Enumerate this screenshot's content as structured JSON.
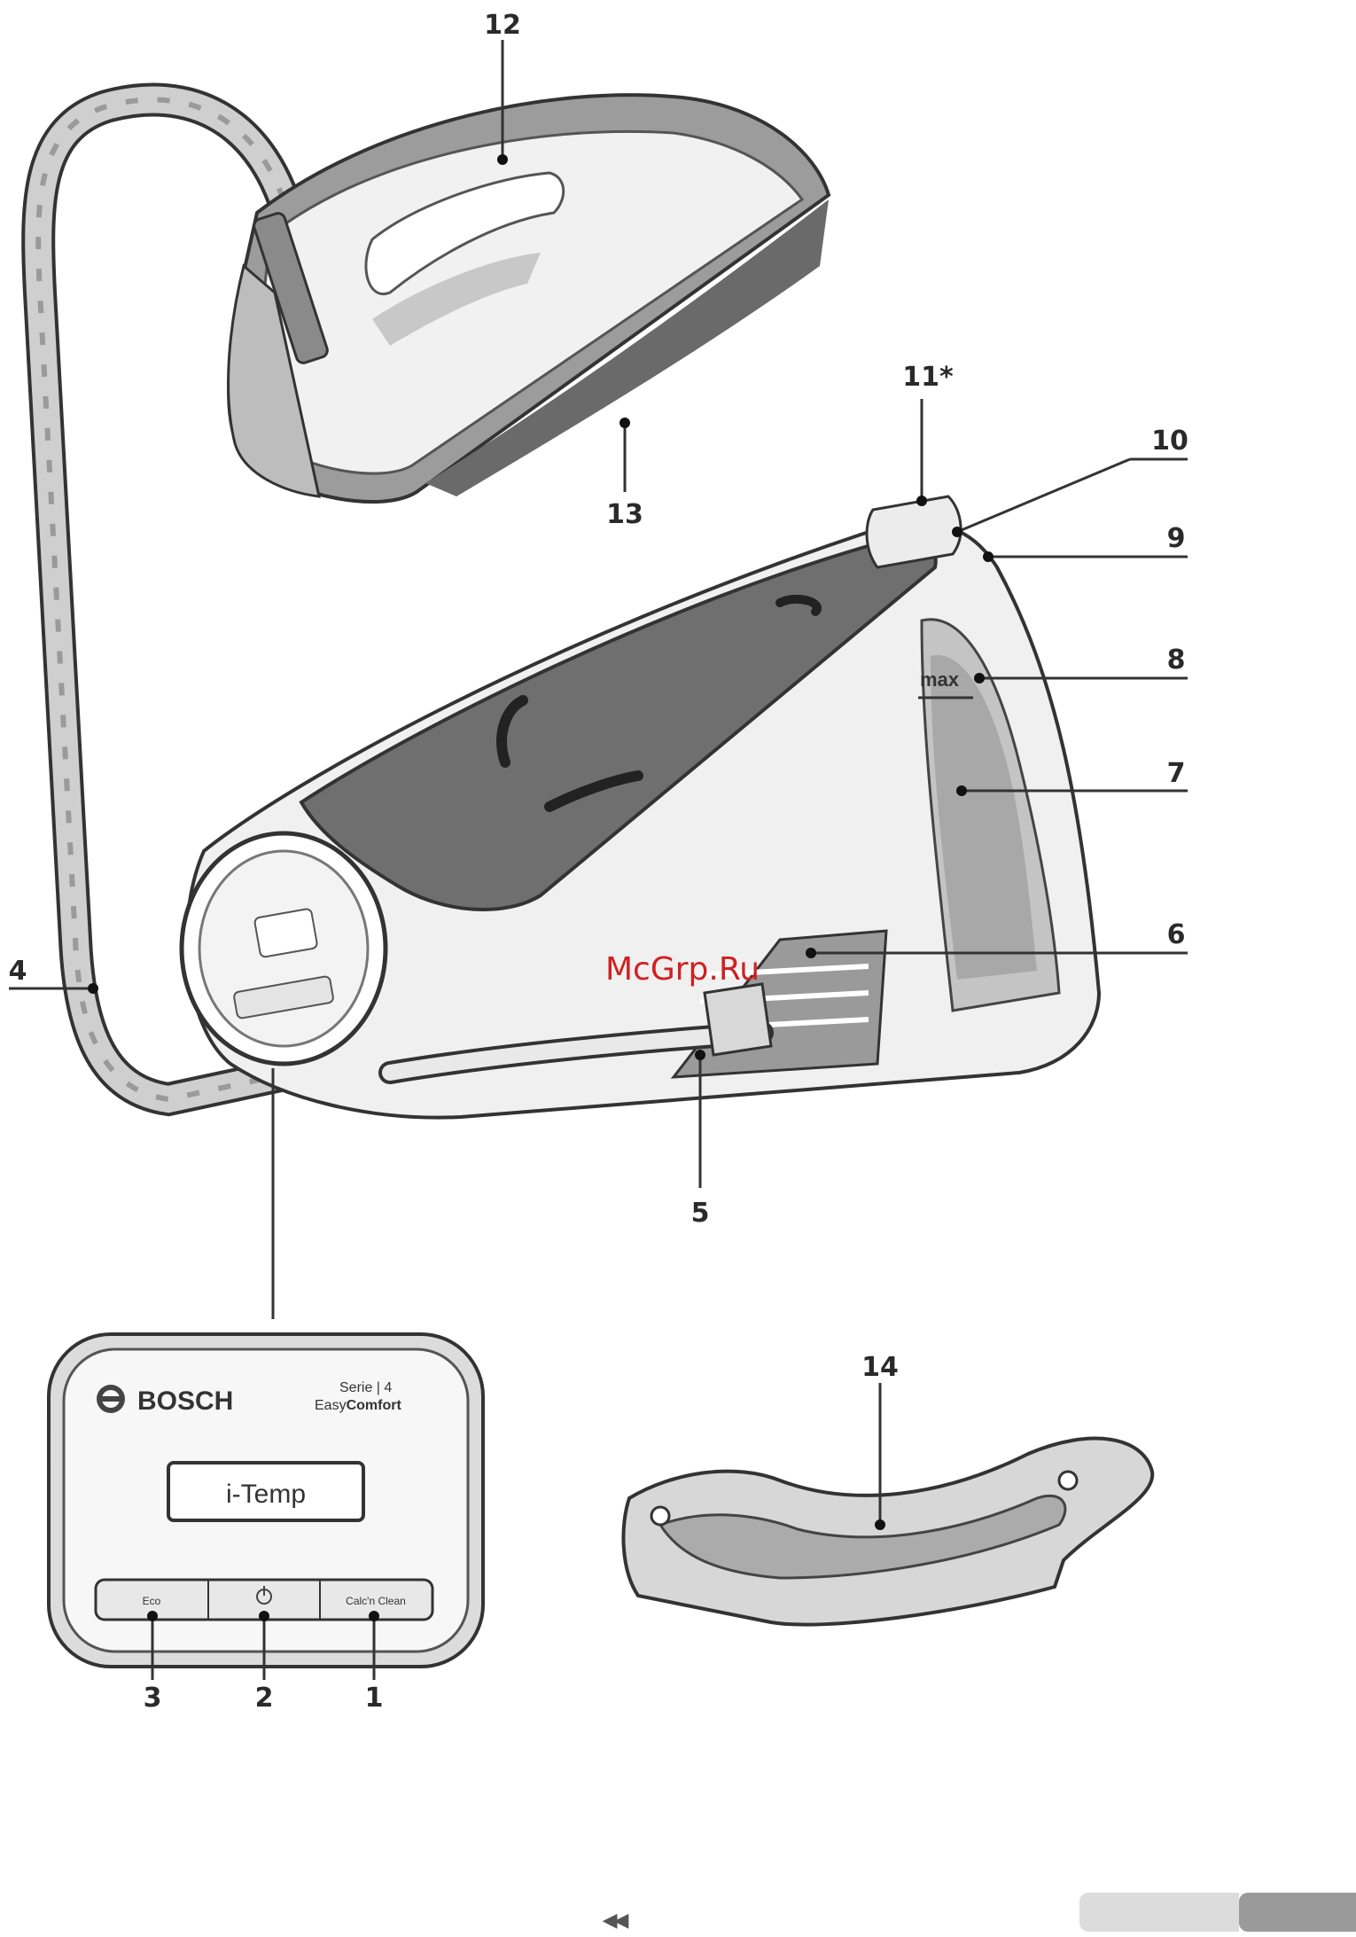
{
  "callouts": {
    "c1": "1",
    "c2": "2",
    "c3": "3",
    "c4": "4",
    "c5": "5",
    "c6": "6",
    "c7": "7",
    "c8": "8",
    "c9": "9",
    "c10": "10",
    "c11": "11*",
    "c12": "12",
    "c13": "13",
    "c14": "14"
  },
  "tank": {
    "max_label": "max"
  },
  "control_panel": {
    "brand": "BOSCH",
    "series_line1": "Serie | 4",
    "series_line2_a": "Easy",
    "series_line2_b": "Comfort",
    "display_text": "i-Temp",
    "button_left_label": "Eco",
    "button_middle_icon": "power-icon",
    "button_right_label": "Calc'n Clean"
  },
  "watermark": "McGrp.Ru",
  "nav": {
    "prev_icon": "double-chevron-left-icon",
    "prev_glyph": "◀◀"
  },
  "colors": {
    "outline": "#333333",
    "shade_dark": "#6e6e6e",
    "shade_mid": "#a9a9a9",
    "shade_light": "#d9d9d9",
    "watermark": "#d02020"
  }
}
